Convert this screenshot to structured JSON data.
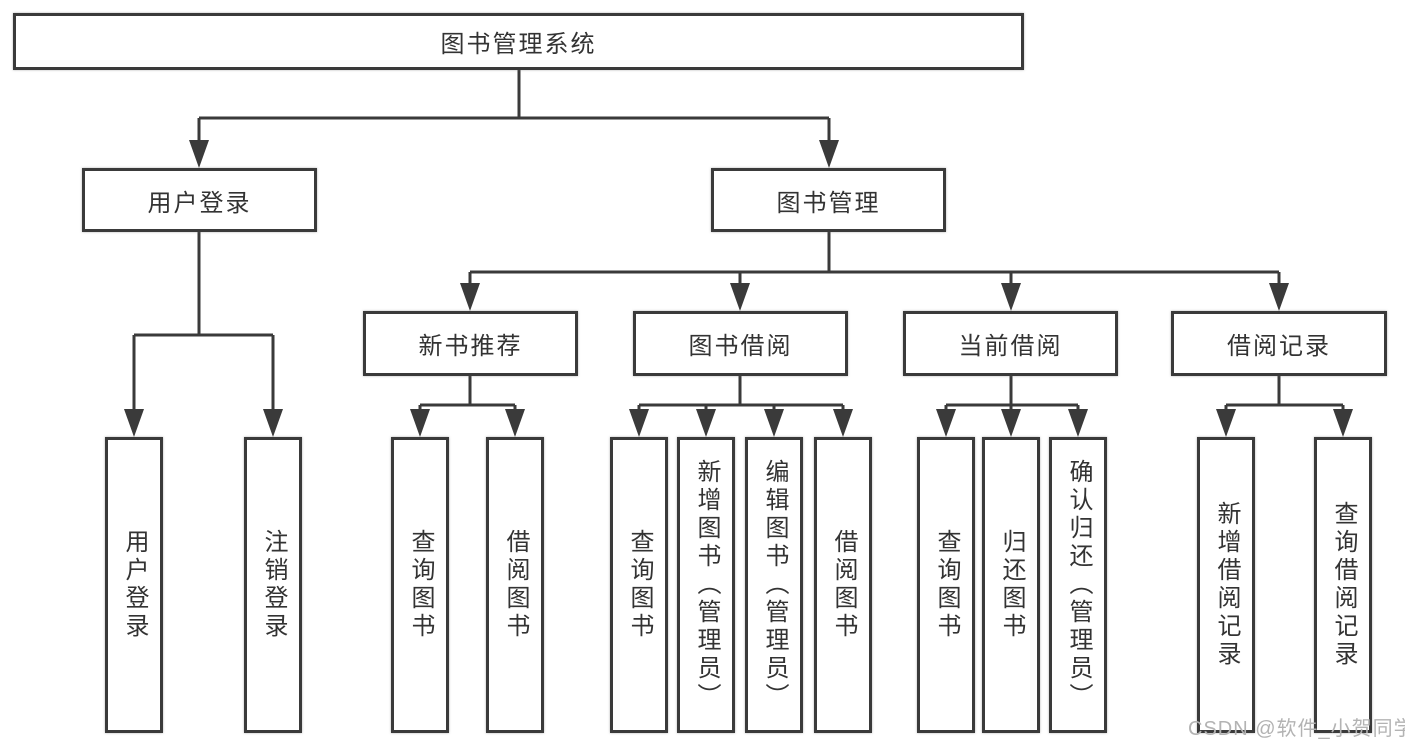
{
  "colors": {
    "line": "#3a3a3a",
    "box_border": "#3a3a3a",
    "text": "#333333",
    "background": "#ffffff",
    "watermark_text": "#b3b3b3"
  },
  "watermark": "CSDN @软件_小贺同学",
  "tree": {
    "label": "图书管理系统",
    "children": [
      {
        "label": "用户登录",
        "children": [
          {
            "label": "用户登录"
          },
          {
            "label": "注销登录"
          }
        ]
      },
      {
        "label": "图书管理",
        "children": [
          {
            "label": "新书推荐",
            "children": [
              {
                "label": "查询图书"
              },
              {
                "label": "借阅图书"
              }
            ]
          },
          {
            "label": "图书借阅",
            "children": [
              {
                "label": "查询图书"
              },
              {
                "label": "新增图书（管理员）"
              },
              {
                "label": "编辑图书（管理员）"
              },
              {
                "label": "借阅图书"
              }
            ]
          },
          {
            "label": "当前借阅",
            "children": [
              {
                "label": "查询图书"
              },
              {
                "label": "归还图书"
              },
              {
                "label": "确认归还（管理员）"
              }
            ]
          },
          {
            "label": "借阅记录",
            "children": [
              {
                "label": "新增借阅记录"
              },
              {
                "label": "查询借阅记录"
              }
            ]
          }
        ]
      }
    ]
  }
}
